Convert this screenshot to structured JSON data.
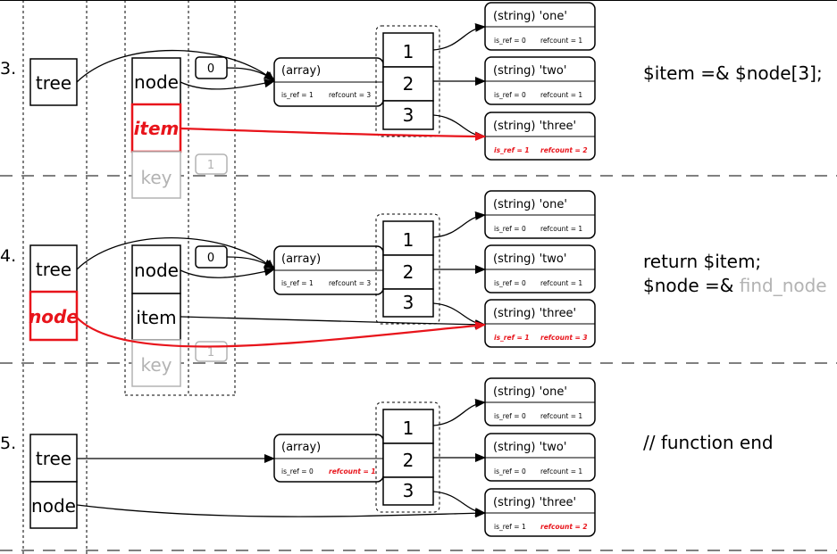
{
  "steps": [
    {
      "number": "3.",
      "vars": {
        "tree": "tree",
        "node": "node",
        "item": "item",
        "key": "key"
      },
      "small_values": {
        "zero": "0",
        "one": "1"
      },
      "array": {
        "title": "(array)",
        "is_ref": "is_ref = 1",
        "refcount": "refcount = 3",
        "indices": [
          "1",
          "2",
          "3"
        ]
      },
      "strings": [
        {
          "title": "(string) 'one'",
          "is_ref": "is_ref = 0",
          "refcount": "refcount = 1"
        },
        {
          "title": "(string) 'two'",
          "is_ref": "is_ref = 0",
          "refcount": "refcount = 1"
        },
        {
          "title": "(string) 'three'",
          "is_ref": "is_ref = 1",
          "refcount": "refcount = 2"
        }
      ],
      "code": [
        "$item =& $node[3];"
      ]
    },
    {
      "number": "4.",
      "vars": {
        "tree": "tree",
        "node_ret": "node",
        "node": "node",
        "item": "item",
        "key": "key"
      },
      "small_values": {
        "zero": "0",
        "one": "1"
      },
      "array": {
        "title": "(array)",
        "is_ref": "is_ref = 1",
        "refcount": "refcount = 3",
        "indices": [
          "1",
          "2",
          "3"
        ]
      },
      "strings": [
        {
          "title": "(string) 'one'",
          "is_ref": "is_ref = 0",
          "refcount": "refcount = 1"
        },
        {
          "title": "(string) 'two'",
          "is_ref": "is_ref = 0",
          "refcount": "refcount = 1"
        },
        {
          "title": "(string) 'three'",
          "is_ref": "is_ref = 1",
          "refcount": "refcount = 3"
        }
      ],
      "code": [
        "return $item;",
        "$node =& ",
        "find_node"
      ]
    },
    {
      "number": "5.",
      "vars": {
        "tree": "tree",
        "node": "node"
      },
      "array": {
        "title": "(array)",
        "is_ref": "is_ref = 0",
        "refcount": "refcount = 1",
        "indices": [
          "1",
          "2",
          "3"
        ]
      },
      "strings": [
        {
          "title": "(string) 'one'",
          "is_ref": "is_ref = 0",
          "refcount": "refcount = 1"
        },
        {
          "title": "(string) 'two'",
          "is_ref": "is_ref = 0",
          "refcount": "refcount = 1"
        },
        {
          "title": "(string) 'three'",
          "is_ref": "is_ref = 1",
          "refcount": "refcount = 2"
        }
      ],
      "code": [
        "// function end"
      ]
    }
  ],
  "colors": {
    "highlight": "#e8141b",
    "faded": "#b3b3b3",
    "line": "#000000"
  }
}
